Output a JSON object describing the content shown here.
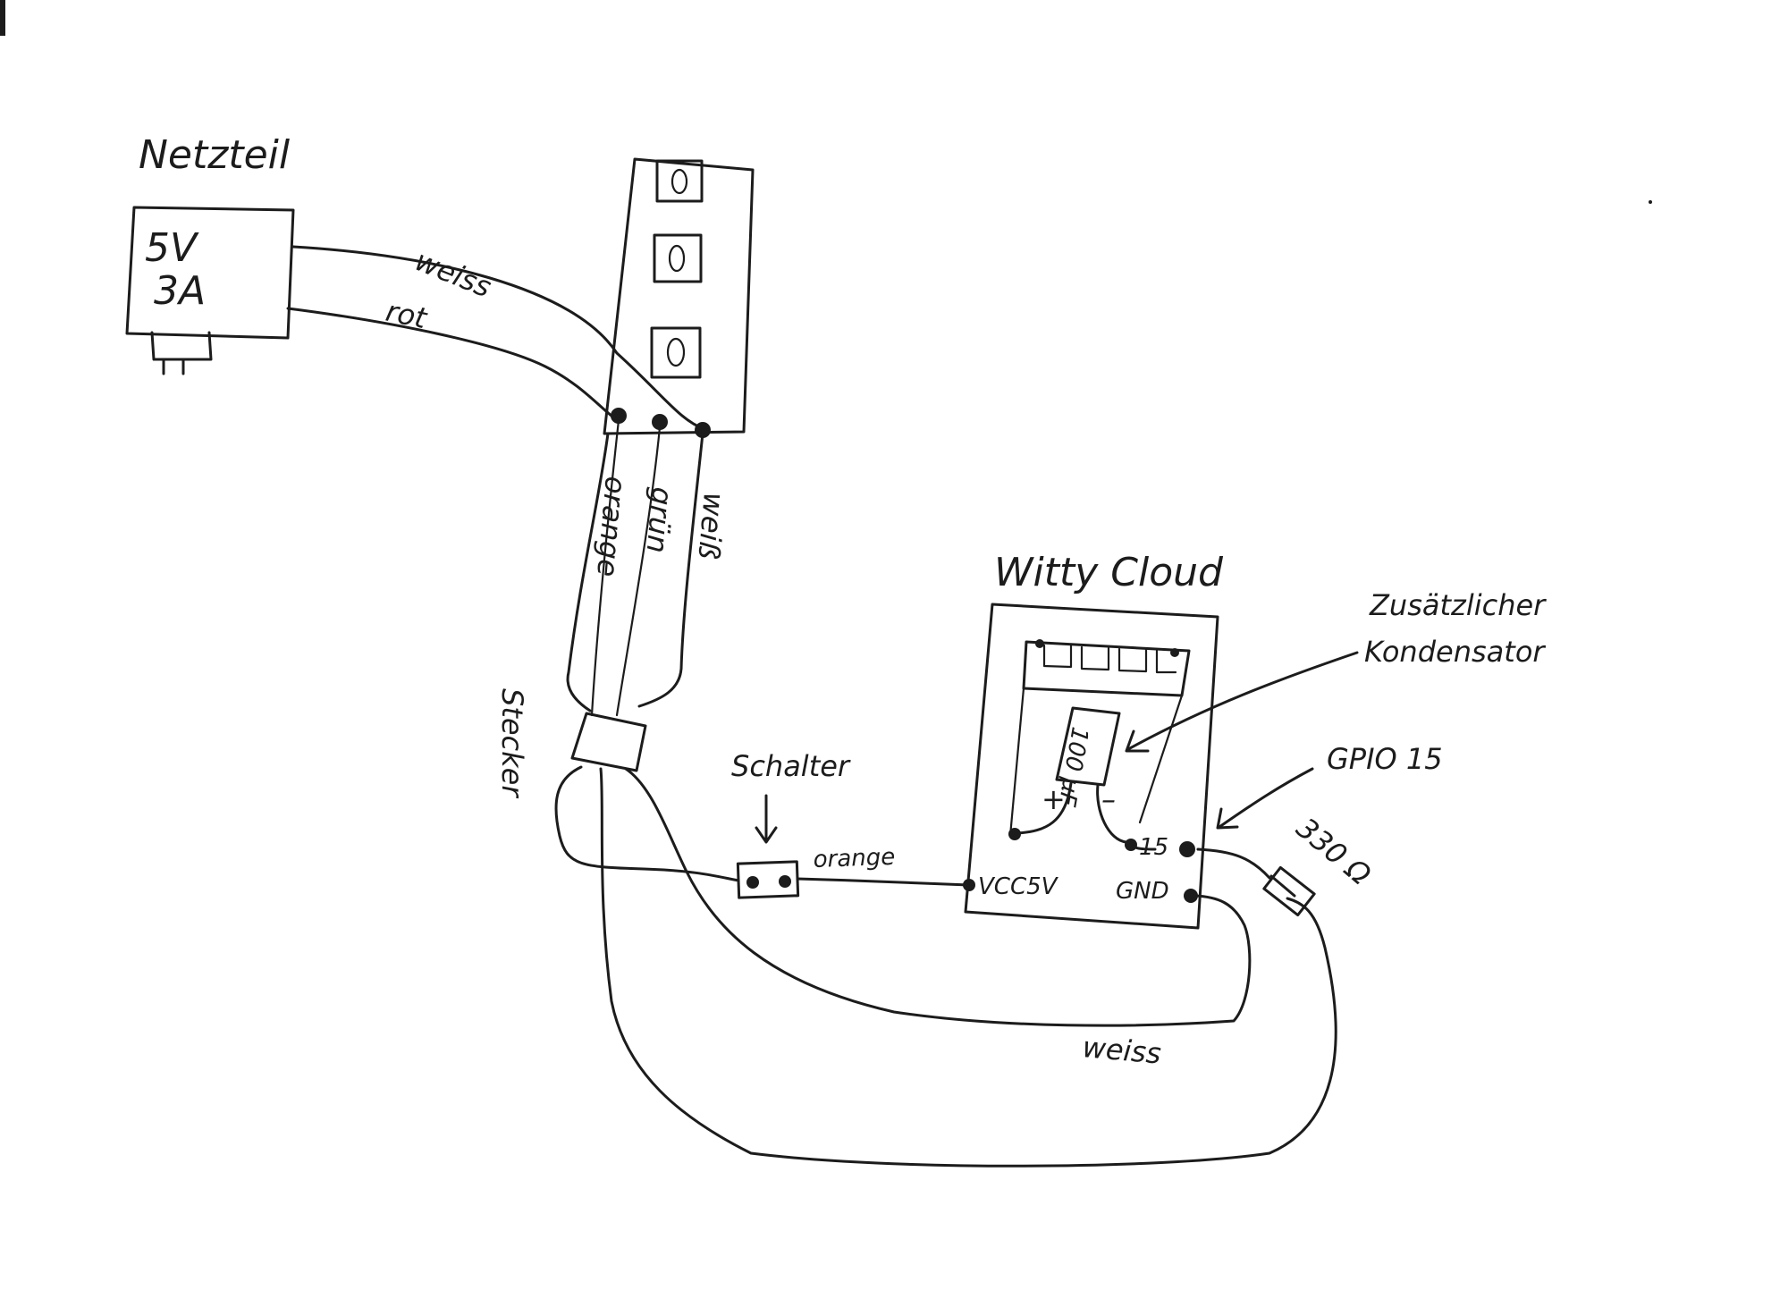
{
  "diagram": {
    "power_supply": {
      "title": "Netzteil",
      "rating_line1": "5V",
      "rating_line2": "3A",
      "wire_top_label": "weiss",
      "wire_bottom_label": "rot"
    },
    "led_strip": {
      "wire_labels": [
        "orange",
        "grün",
        "weiß"
      ]
    },
    "connector": {
      "label": "Stecker"
    },
    "switch": {
      "label": "Schalter",
      "wire_label": "orange"
    },
    "board": {
      "title": "Witty Cloud",
      "cap_value": "100 µF",
      "cap_plus": "+",
      "cap_minus": "–",
      "pin_15": "15",
      "pin_vcc": "VCC5V",
      "pin_gnd": "GND"
    },
    "annotations": {
      "extra_cap_line1": "Zusätzlicher",
      "extra_cap_line2": "Kondensator",
      "gpio": "GPIO 15",
      "resistor": "330 Ω",
      "return_wire": "weiss"
    }
  }
}
